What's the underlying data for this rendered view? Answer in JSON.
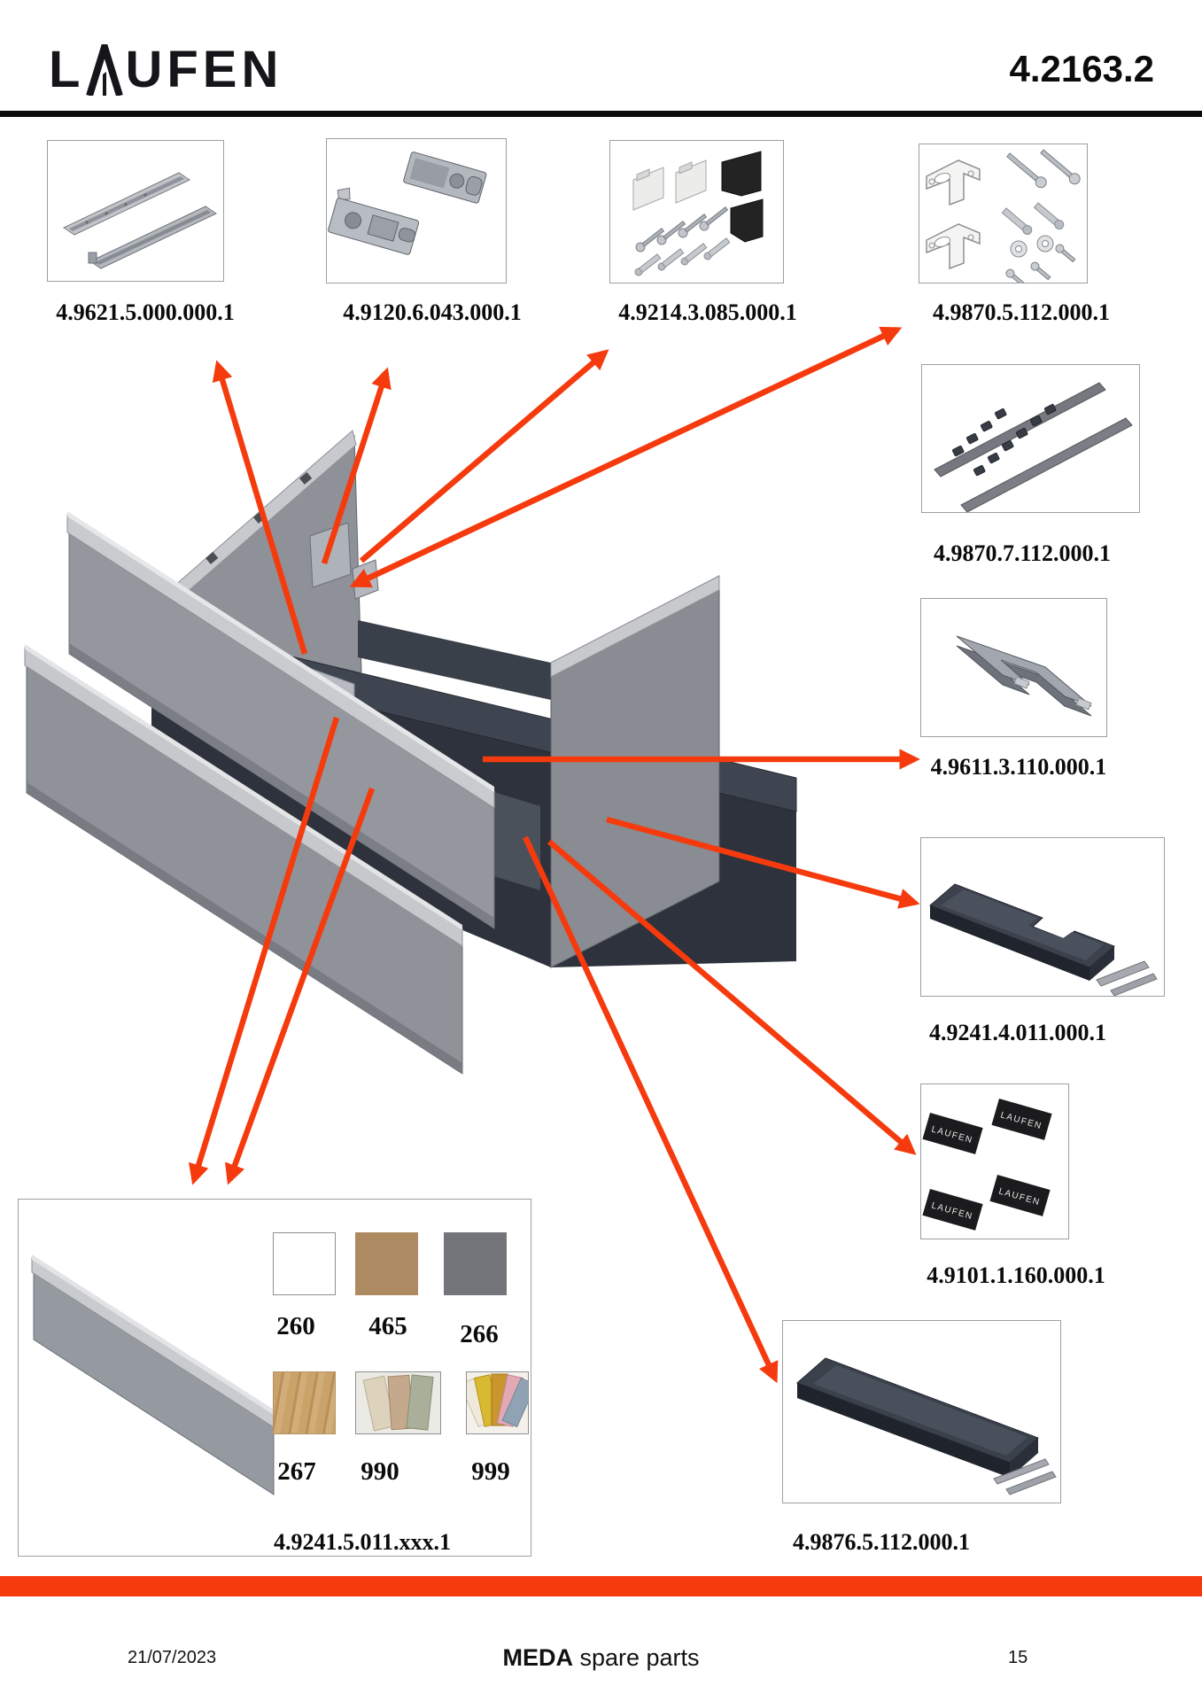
{
  "header": {
    "logo": "LAUFEN",
    "logo_first": "L",
    "logo_rest": "UFEN",
    "doc_number": "4.2163.2"
  },
  "top_parts": [
    {
      "code": "4.9621.5.000.000.1",
      "name": "drawer slide pair"
    },
    {
      "code": "4.9120.6.043.000.1",
      "name": "fixing fitting set"
    },
    {
      "code": "4.9214.3.085.000.1",
      "name": "panel and screw kit"
    },
    {
      "code": "4.9870.5.112.000.1",
      "name": "angle bracket kit"
    }
  ],
  "right_parts": [
    {
      "code": "4.9870.7.112.000.1",
      "name": "rails with clips"
    },
    {
      "code": "4.9611.3.110.000.1",
      "name": "u-shaped drawer box"
    },
    {
      "code": "4.9241.4.011.000.1",
      "name": "notched drawer tray"
    },
    {
      "code": "4.9101.1.160.000.1",
      "name": "logo plates"
    },
    {
      "code": "4.9876.5.112.000.1",
      "name": "drawer tray"
    }
  ],
  "plates_text": "LAUFEN",
  "finish_box": {
    "caption": "4.9241.5.011.xxx.1",
    "swatches": [
      {
        "code": "260",
        "color": "#FFFFFF"
      },
      {
        "code": "465",
        "color": "#AE8A62"
      },
      {
        "code": "266",
        "color": "#73757A"
      },
      {
        "code": "267",
        "color": "#C8A36B"
      },
      {
        "code": "990",
        "color": "#D9CBB4"
      },
      {
        "code": "999",
        "color": "#D9B832"
      }
    ]
  },
  "footer": {
    "date": "21/07/2023",
    "title_bold": "MEDA",
    "title_rest": " spare parts",
    "page": "15"
  },
  "colors": {
    "accent": "#F53B0E",
    "cabinet_gray": "#94979D",
    "cabinet_dark": "#2D323C",
    "black": "#0B0B0B"
  }
}
